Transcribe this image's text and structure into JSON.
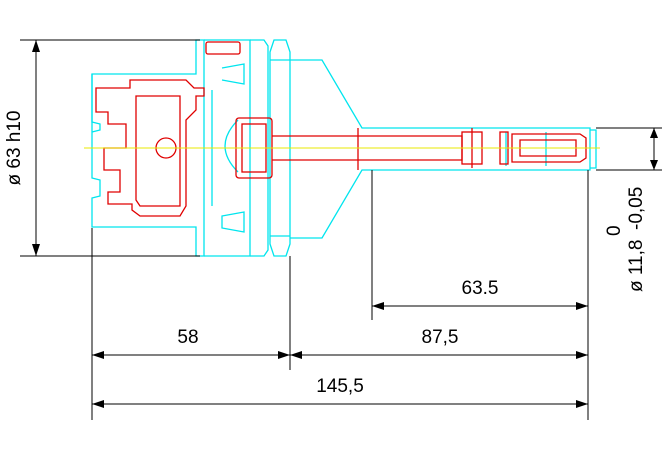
{
  "colors": {
    "outline": "#00e5ee",
    "section": "#e00000",
    "centerline": "#e8e800",
    "dimension": "#000000",
    "background": "#ffffff"
  },
  "dimensions": {
    "diameter_flange": "ø 63 h10",
    "length_flange": "58",
    "length_nose": "87,5",
    "length_total": "145,5",
    "length_shank": "63.5",
    "diameter_tip": "ø 11,8",
    "tolerance_upper": "0",
    "tolerance_lower": "-0,05"
  }
}
